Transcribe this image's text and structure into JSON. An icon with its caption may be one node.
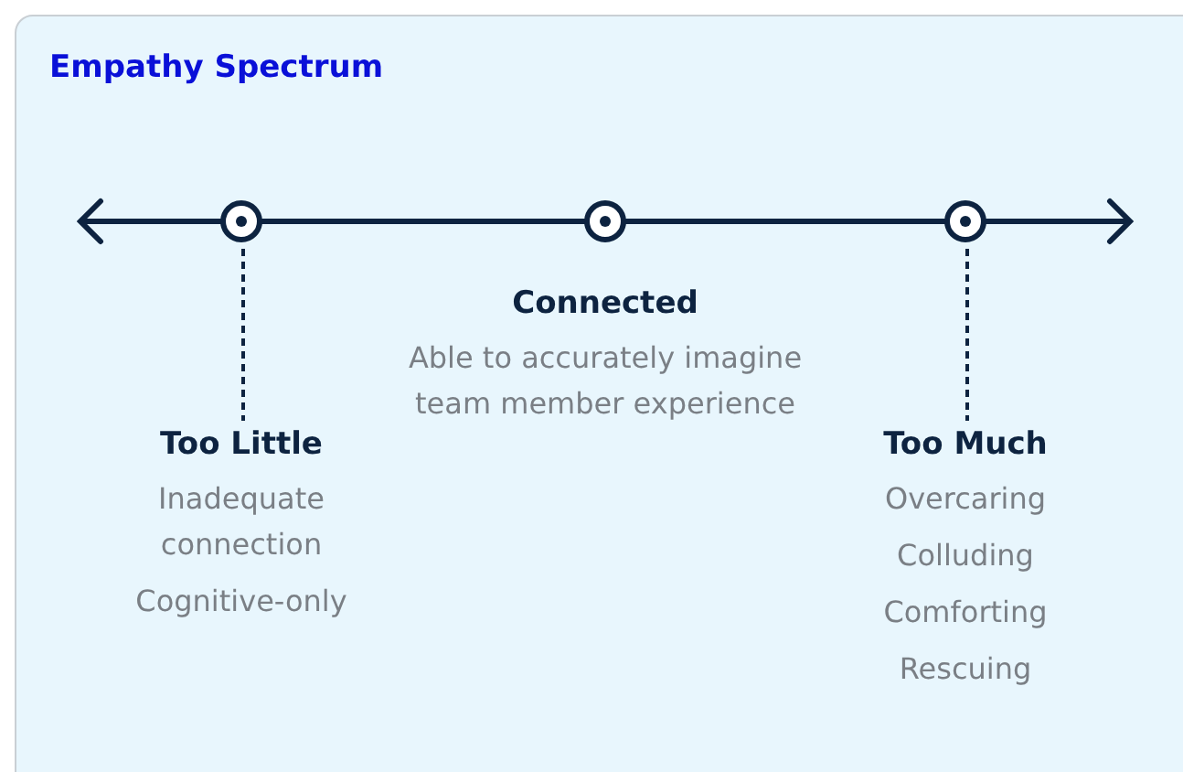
{
  "diagram": {
    "nodes": [
      {
        "text": [
          "Empathy Spectrum"
        ]
      },
      {
        "text": [],
        "shape": "circle",
        "in": 0
      },
      {
        "text": [],
        "shape": "circle",
        "in": 0
      },
      {
        "text": [],
        "shape": "circle",
        "in": 0
      },
      {
        "text": [
          "Too Little",
          "Inadequate connection",
          "Cognitive-only"
        ],
        "in": 0
      },
      {
        "text": [
          "Connected",
          "Able to accurately imagine team member experience"
        ],
        "in": 0
      },
      {
        "text": [
          "Too Much",
          "Overcaring",
          "Colluding",
          "Comforting",
          "Rescuing"
        ],
        "in": 0
      }
    ],
    "edges": [
      {
        "from": 1,
        "to": 4,
        "arrow": "none",
        "style": "dashed"
      },
      {
        "from": 3,
        "to": 6,
        "arrow": "none",
        "style": "dashed"
      }
    ]
  }
}
